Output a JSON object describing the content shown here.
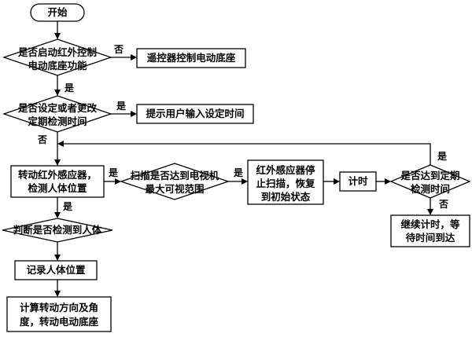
{
  "diagram": {
    "nodes": {
      "start": "开始",
      "q_enable_ir": [
        "是否启动红外控制",
        "电动底座功能"
      ],
      "remote_control": "遥控器控制电动底座",
      "q_set_or_change": [
        "是否设定或者更改",
        "定期检测时间"
      ],
      "prompt_user": "提示用户输入设定时间",
      "rotate_sensor": [
        "转动红外感应器，",
        "检测人体位置"
      ],
      "q_scan_range": [
        "扫描是否达到电视机",
        "最大可视范围"
      ],
      "stop_scan": [
        "红外感应器停",
        "止扫描，恢复",
        "到初始状态"
      ],
      "timer": "计时",
      "q_reached_time": [
        "是否达到定期",
        "检测时间"
      ],
      "q_detected": "判断是否检测到人体",
      "record_position": "记录人体位置",
      "compute_rotation": [
        "计算转动方向及角",
        "度，转动电动底座"
      ],
      "continue_timer": [
        "继续计时，等",
        "待时间到达"
      ]
    },
    "edge_labels": {
      "yes": "是",
      "no": "否"
    }
  }
}
